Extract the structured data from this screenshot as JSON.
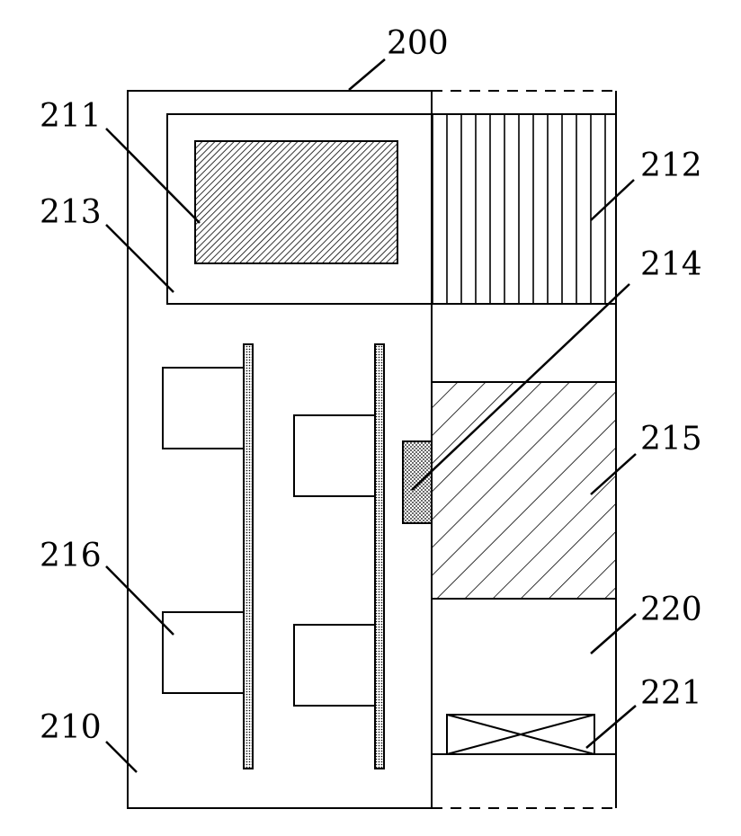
{
  "labels": {
    "l200": "200",
    "l211": "211",
    "l212": "212",
    "l213": "213",
    "l214": "214",
    "l215": "215",
    "l216": "216",
    "l220": "220",
    "l221": "221",
    "l210": "210"
  },
  "colors": {
    "line": "#000000",
    "background": "#ffffff"
  }
}
